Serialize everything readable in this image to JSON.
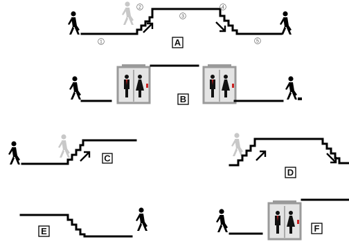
{
  "panels": [
    {
      "id": "A",
      "label": "A",
      "step_numbers": [
        "1",
        "2",
        "3",
        "4",
        "5"
      ]
    },
    {
      "id": "B",
      "label": "B"
    },
    {
      "id": "C",
      "label": "C"
    },
    {
      "id": "D",
      "label": "D"
    },
    {
      "id": "E",
      "label": "E"
    },
    {
      "id": "F",
      "label": "F"
    }
  ],
  "colors": {
    "path": "#000000",
    "ghost_figure": "#c8c8c8",
    "elevator_frame": "#9a9a9a",
    "elevator_panel": "#e4e4e4",
    "label_box_border": "#000000",
    "elevator_indicator": "#cc2222"
  },
  "icons": [
    "walking-person-icon",
    "stairs-arrow-up-icon",
    "stairs-arrow-down-icon",
    "elevator-icon",
    "person-with-bag-icon"
  ]
}
